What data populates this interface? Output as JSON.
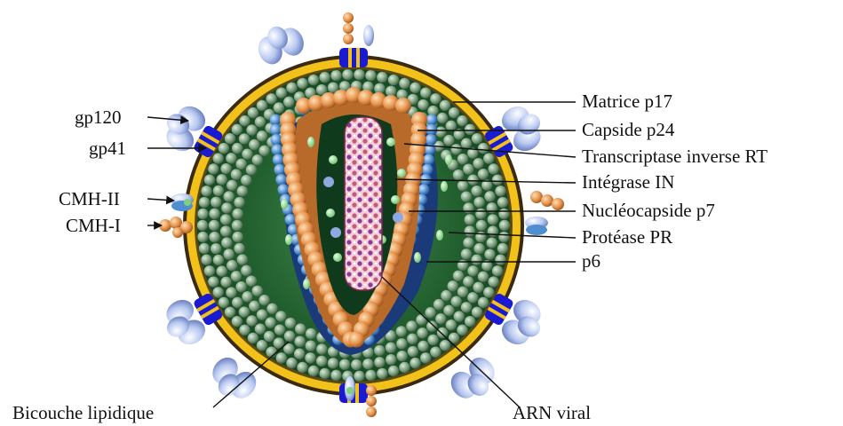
{
  "labels": {
    "gp120": "gp120",
    "gp41": "gp41",
    "cmh_ii": "CMH-II",
    "cmh_i": "CMH-I",
    "bicouche": "Bicouche lipidique",
    "matrice": "Matrice p17",
    "capside": "Capside p24",
    "transcriptase": "Transcriptase inverse RT",
    "integrase": "Intégrase IN",
    "nucleocapside": "Nucléocapside p7",
    "protease": "Protéase PR",
    "p6": "p6",
    "arn": "ARN viral"
  },
  "colors": {
    "membrane": "#f2c21a",
    "matrix": "#7fa082",
    "interior": "#1f5a2c",
    "capsid_orange": "#e6924a",
    "capsid_blue": "#4f8fd0",
    "rna_pink": "#e8a0b0",
    "knob_blue": "#1a1ad0",
    "glycoprotein": "#b8c8f0"
  }
}
